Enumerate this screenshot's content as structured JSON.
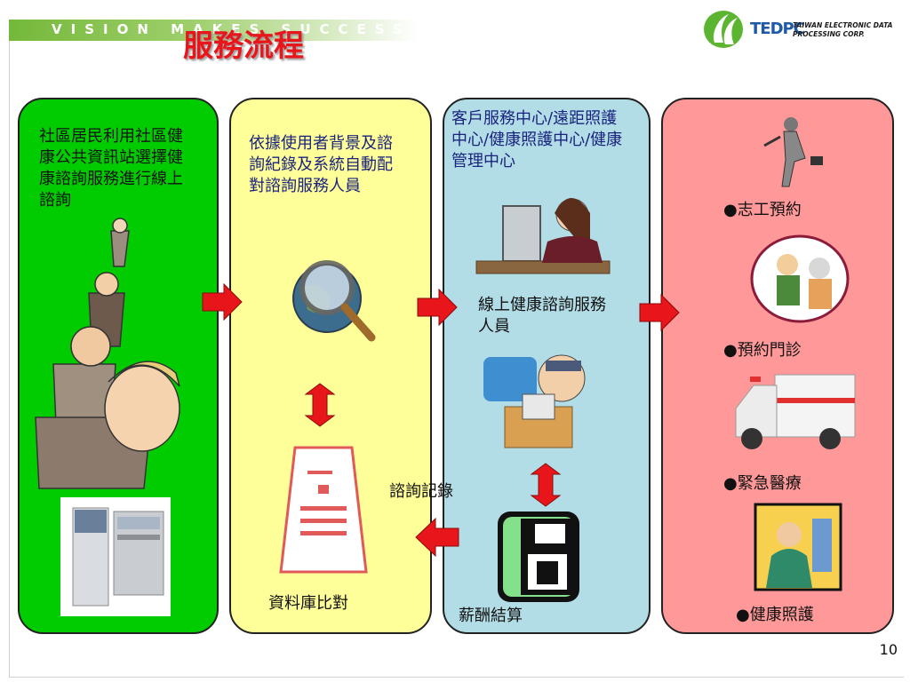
{
  "header": {
    "tagline": "VISION  MAKES  SUCCESS",
    "title": "服務流程"
  },
  "logo": {
    "abbr": "TEDPC",
    "name_line1": "TAIWAN ELECTRONIC DATA",
    "name_line2": "PROCESSING CORP."
  },
  "columns": {
    "residents": {
      "text": "社區居民利用社區健康公共資訊站選擇健康諮詢服務進行線上諮詢"
    },
    "matching": {
      "text": "依據使用者背景及諮詢紀錄及系統自動配對諮詢服務人員",
      "database": "資料庫比對"
    },
    "center": {
      "text": "客戶服務中心/遠距照護中心/健康照護中心/健康管理中心",
      "staff": "線上健康諮詢服務人員",
      "payment": "薪酬結算"
    },
    "services": {
      "items": [
        "●志工預約",
        "●預約門診",
        "●緊急醫療",
        "●健康照護"
      ]
    }
  },
  "labels": {
    "consult_record": "諮詢記錄"
  },
  "page_number": "10",
  "colors": {
    "green": "#00cc00",
    "yellow": "#ffff99",
    "blue": "#b3dde6",
    "pink": "#ff9999",
    "arrow": "#e8161b",
    "title": "#e8161b"
  }
}
